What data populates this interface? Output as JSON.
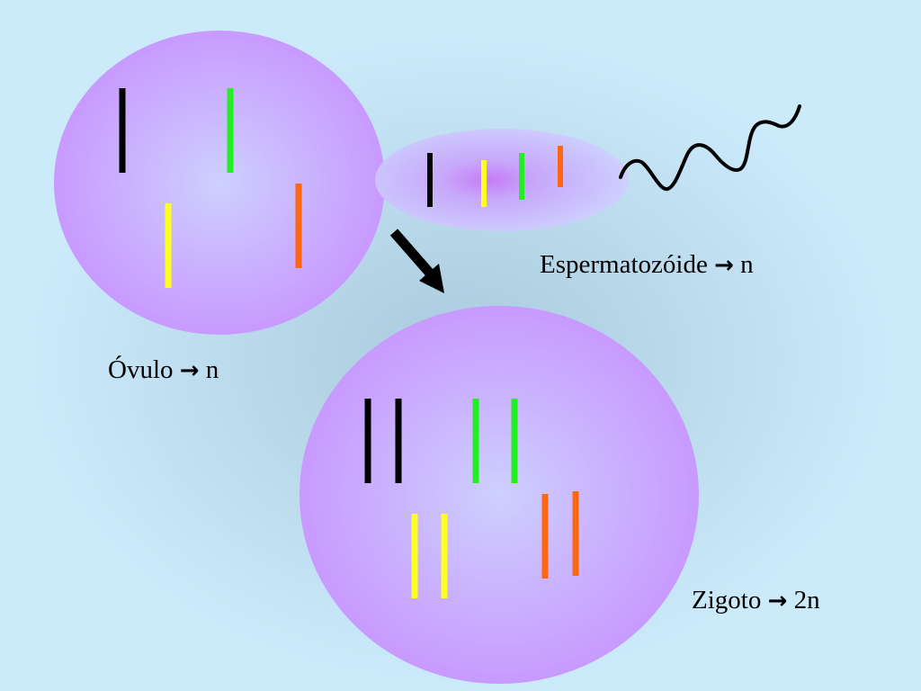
{
  "labels": {
    "ovulo": {
      "name": "Óvulo",
      "arrow": "→",
      "value": "n"
    },
    "espermatozoide": {
      "name": "Espermatozóide",
      "arrow": "→",
      "value": "n"
    },
    "zigoto": {
      "name": "Zigoto",
      "arrow": "→",
      "value": "2n"
    }
  },
  "colors": {
    "cell_fill_center": "#cdd0fe",
    "cell_fill_edge": "#c89aff",
    "black": "#000000",
    "green": "#22ee22",
    "yellow": "#ffff22",
    "orange": "#ff6611"
  }
}
